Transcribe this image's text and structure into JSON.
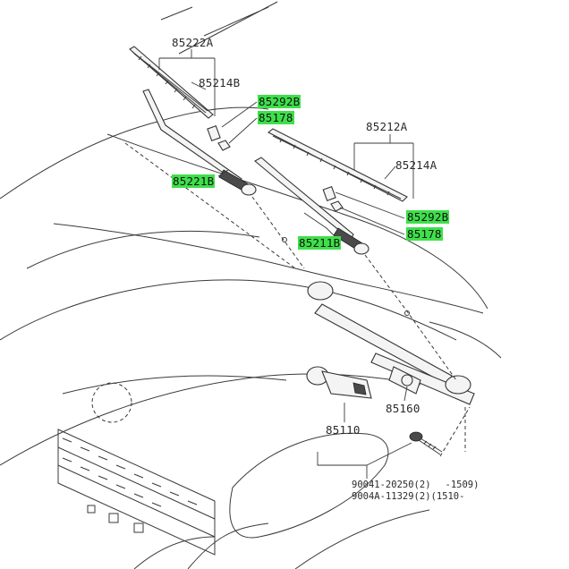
{
  "diagram": {
    "labels": {
      "p85222A": "85222A",
      "p85214B": "85214B",
      "p85292B_top": "85292B",
      "p85178_top": "85178",
      "p85212A": "85212A",
      "p85214A": "85214A",
      "p85221B": "85221B",
      "p85292B_right": "85292B",
      "p85178_right": "85178",
      "p85211B": "85211B",
      "p85110": "85110",
      "p85160": "85160",
      "bolt1_part": "90041-20250",
      "bolt1_qty": "(2)",
      "bolt1_date": "-1509)",
      "bolt2_part": "9004A-11329",
      "bolt2_qty": "(2)",
      "bolt2_date": "(1510-"
    },
    "highlight_color": "#3ee04a",
    "line_color": "#3a3a3a"
  }
}
